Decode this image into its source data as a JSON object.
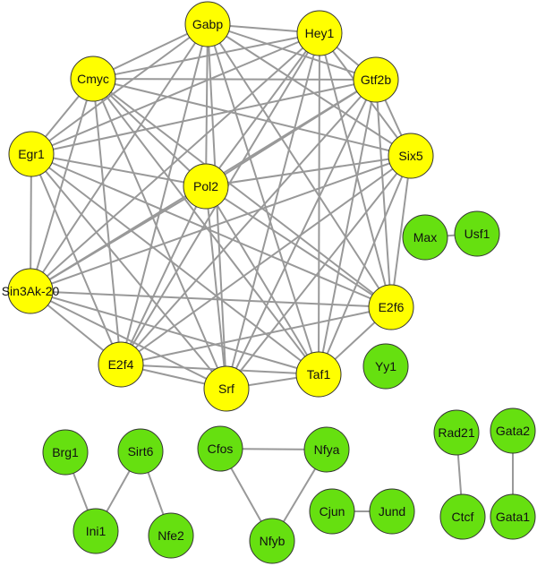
{
  "colors": {
    "yellow": "#ffff00",
    "green": "#66e010",
    "edge": "#999999",
    "outline": "#333333"
  },
  "nodes": [
    {
      "id": "gabp",
      "label": "Gabp",
      "color": "yellow"
    },
    {
      "id": "hey1",
      "label": "Hey1",
      "color": "yellow"
    },
    {
      "id": "cmyc",
      "label": "Cmyc",
      "color": "yellow"
    },
    {
      "id": "gtf2b",
      "label": "Gtf2b",
      "color": "yellow"
    },
    {
      "id": "egr1",
      "label": "Egr1",
      "color": "yellow"
    },
    {
      "id": "six5",
      "label": "Six5",
      "color": "yellow"
    },
    {
      "id": "pol2",
      "label": "Pol2",
      "color": "yellow"
    },
    {
      "id": "sin3ak",
      "label": "Sin3Ak-20",
      "color": "yellow"
    },
    {
      "id": "e2f6",
      "label": "E2f6",
      "color": "yellow"
    },
    {
      "id": "e2f4",
      "label": "E2f4",
      "color": "yellow"
    },
    {
      "id": "srf",
      "label": "Srf",
      "color": "yellow"
    },
    {
      "id": "taf1",
      "label": "Taf1",
      "color": "yellow"
    },
    {
      "id": "max",
      "label": "Max",
      "color": "green"
    },
    {
      "id": "usf1",
      "label": "Usf1",
      "color": "green"
    },
    {
      "id": "yy1",
      "label": "Yy1",
      "color": "green"
    },
    {
      "id": "brg1",
      "label": "Brg1",
      "color": "green"
    },
    {
      "id": "sirt6",
      "label": "Sirt6",
      "color": "green"
    },
    {
      "id": "ini1",
      "label": "Ini1",
      "color": "green"
    },
    {
      "id": "nfe2",
      "label": "Nfe2",
      "color": "green"
    },
    {
      "id": "cfos",
      "label": "Cfos",
      "color": "green"
    },
    {
      "id": "nfya",
      "label": "Nfya",
      "color": "green"
    },
    {
      "id": "nfyb",
      "label": "Nfyb",
      "color": "green"
    },
    {
      "id": "cjun",
      "label": "Cjun",
      "color": "green"
    },
    {
      "id": "jund",
      "label": "Jund",
      "color": "green"
    },
    {
      "id": "rad21",
      "label": "Rad21",
      "color": "green"
    },
    {
      "id": "gata2",
      "label": "Gata2",
      "color": "green"
    },
    {
      "id": "ctcf",
      "label": "Ctcf",
      "color": "green"
    },
    {
      "id": "gata1",
      "label": "Gata1",
      "color": "green"
    }
  ],
  "edges": [
    [
      "gabp",
      "hey1"
    ],
    [
      "gabp",
      "cmyc"
    ],
    [
      "gabp",
      "gtf2b"
    ],
    [
      "gabp",
      "egr1"
    ],
    [
      "gabp",
      "six5"
    ],
    [
      "gabp",
      "pol2"
    ],
    [
      "gabp",
      "sin3ak"
    ],
    [
      "gabp",
      "e2f6"
    ],
    [
      "gabp",
      "e2f4"
    ],
    [
      "gabp",
      "srf"
    ],
    [
      "gabp",
      "taf1"
    ],
    [
      "hey1",
      "cmyc"
    ],
    [
      "hey1",
      "gtf2b"
    ],
    [
      "hey1",
      "egr1"
    ],
    [
      "hey1",
      "six5"
    ],
    [
      "hey1",
      "pol2"
    ],
    [
      "hey1",
      "sin3ak"
    ],
    [
      "hey1",
      "e2f6"
    ],
    [
      "hey1",
      "e2f4"
    ],
    [
      "hey1",
      "srf"
    ],
    [
      "hey1",
      "taf1"
    ],
    [
      "cmyc",
      "gtf2b"
    ],
    [
      "cmyc",
      "egr1"
    ],
    [
      "cmyc",
      "six5"
    ],
    [
      "cmyc",
      "pol2"
    ],
    [
      "cmyc",
      "sin3ak"
    ],
    [
      "cmyc",
      "e2f6"
    ],
    [
      "cmyc",
      "e2f4"
    ],
    [
      "cmyc",
      "srf"
    ],
    [
      "cmyc",
      "taf1"
    ],
    [
      "gtf2b",
      "egr1"
    ],
    [
      "gtf2b",
      "six5"
    ],
    [
      "gtf2b",
      "pol2"
    ],
    [
      "gtf2b",
      "sin3ak"
    ],
    [
      "gtf2b",
      "e2f6"
    ],
    [
      "gtf2b",
      "e2f4"
    ],
    [
      "gtf2b",
      "srf"
    ],
    [
      "gtf2b",
      "taf1"
    ],
    [
      "egr1",
      "pol2"
    ],
    [
      "egr1",
      "sin3ak"
    ],
    [
      "egr1",
      "e2f6"
    ],
    [
      "egr1",
      "e2f4"
    ],
    [
      "egr1",
      "srf"
    ],
    [
      "egr1",
      "taf1"
    ],
    [
      "six5",
      "pol2"
    ],
    [
      "six5",
      "sin3ak"
    ],
    [
      "six5",
      "e2f6"
    ],
    [
      "six5",
      "e2f4"
    ],
    [
      "six5",
      "srf"
    ],
    [
      "six5",
      "taf1"
    ],
    [
      "pol2",
      "sin3ak"
    ],
    [
      "pol2",
      "e2f6"
    ],
    [
      "pol2",
      "e2f4"
    ],
    [
      "pol2",
      "srf"
    ],
    [
      "pol2",
      "taf1"
    ],
    [
      "sin3ak",
      "e2f6"
    ],
    [
      "sin3ak",
      "e2f4"
    ],
    [
      "sin3ak",
      "srf"
    ],
    [
      "sin3ak",
      "taf1"
    ],
    [
      "e2f6",
      "e2f4"
    ],
    [
      "e2f6",
      "taf1"
    ],
    [
      "e2f4",
      "srf"
    ],
    [
      "e2f4",
      "taf1"
    ],
    [
      "srf",
      "taf1"
    ],
    [
      "max",
      "usf1"
    ],
    [
      "brg1",
      "ini1"
    ],
    [
      "ini1",
      "sirt6"
    ],
    [
      "sirt6",
      "nfe2"
    ],
    [
      "cfos",
      "nfya"
    ],
    [
      "cfos",
      "nfyb"
    ],
    [
      "nfya",
      "nfyb"
    ],
    [
      "cjun",
      "jund"
    ],
    [
      "rad21",
      "ctcf"
    ],
    [
      "gata2",
      "gata1"
    ]
  ]
}
